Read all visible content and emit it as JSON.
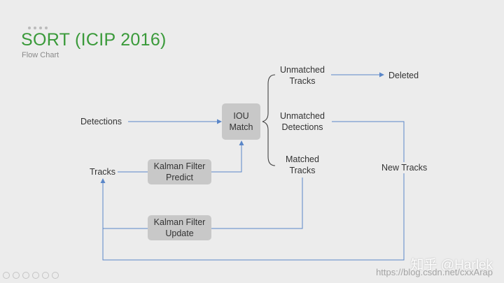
{
  "header": {
    "title": "SORT (ICIP 2016)",
    "subtitle": "Flow Chart"
  },
  "nodes": {
    "detections": "Detections",
    "tracks": "Tracks",
    "iou_match_line1": "IOU",
    "iou_match_line2": "Match",
    "kf_predict_line1": "Kalman Filter",
    "kf_predict_line2": "Predict",
    "kf_update_line1": "Kalman Filter",
    "kf_update_line2": "Update",
    "unmatched_tracks_line1": "Unmatched",
    "unmatched_tracks_line2": "Tracks",
    "unmatched_detections_line1": "Unmatched",
    "unmatched_detections_line2": "Detections",
    "matched_tracks_line1": "Matched",
    "matched_tracks_line2": "Tracks",
    "deleted": "Deleted",
    "new_tracks": "New Tracks"
  },
  "watermark": {
    "text": "知乎 @Harlek",
    "url": "https://blog.csdn.net/cxxArap"
  },
  "colors": {
    "title": "#3a9a3a",
    "arrow": "#5a86c8",
    "box": "#c8c8c8",
    "background": "#ececec"
  }
}
